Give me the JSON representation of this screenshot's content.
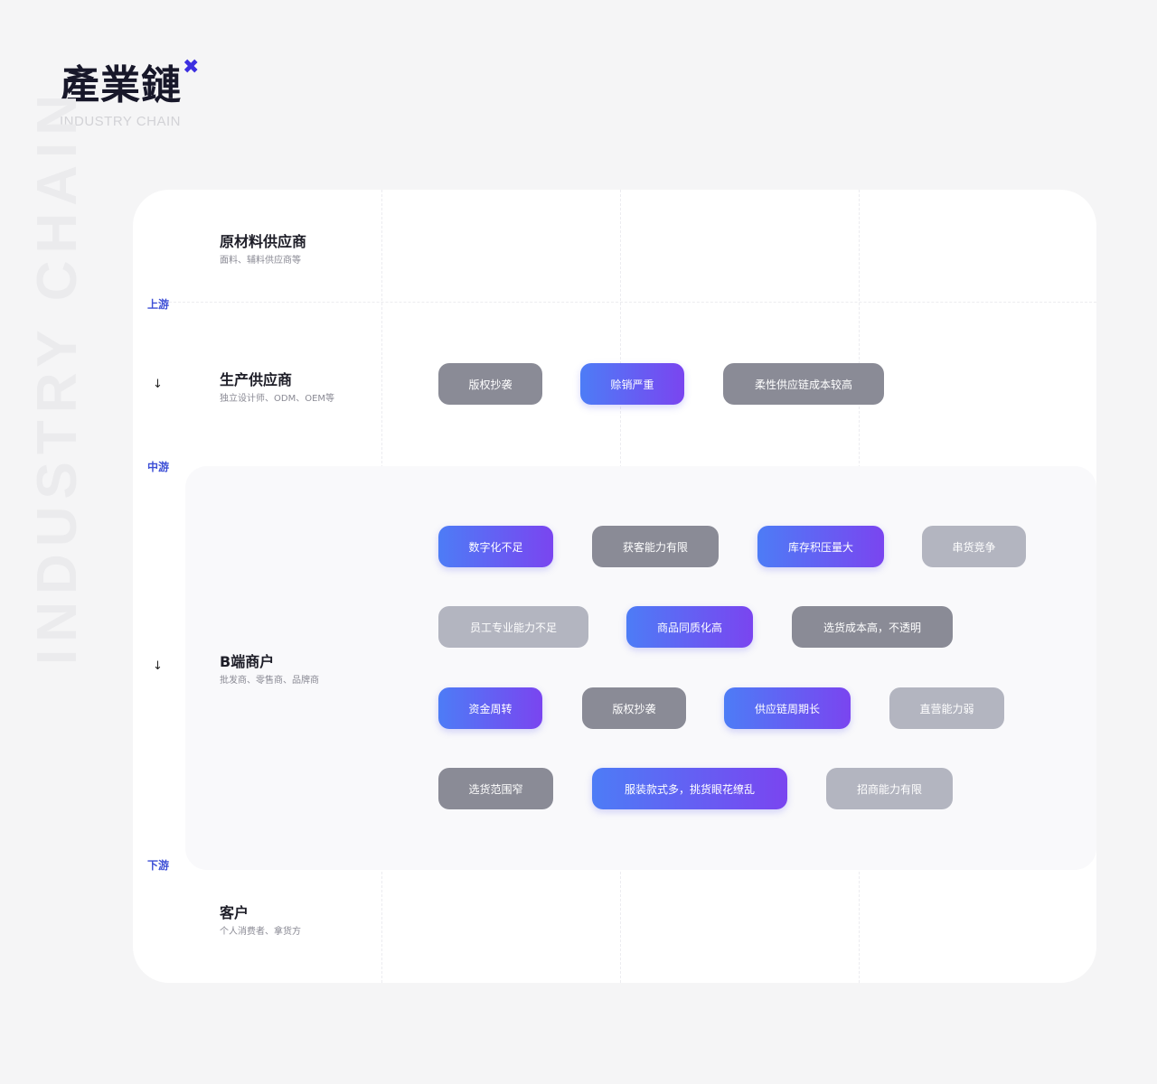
{
  "header": {
    "title": "產業鏈",
    "mark": "✖",
    "subtitle": "INDUSTRY CHAIN",
    "watermark": "INDUSTRY CHAIN"
  },
  "stages": {
    "upstream": "上游",
    "midstream": "中游",
    "downstream": "下游",
    "arrow": "↓"
  },
  "rows": {
    "raw": {
      "title": "原材料供应商",
      "subtitle": "面料、辅料供应商等"
    },
    "production": {
      "title": "生产供应商",
      "subtitle": "独立设计师、ODM、OEM等"
    },
    "b2b": {
      "title": "B端商户",
      "subtitle": "批发商、零售商、品牌商"
    },
    "customer": {
      "title": "客户",
      "subtitle": "个人消费者、拿货方"
    }
  },
  "production_tags": [
    {
      "label": "版权抄袭",
      "tone": "gray"
    },
    {
      "label": "赊销严重",
      "tone": "blue"
    },
    {
      "label": "柔性供应链成本较高",
      "tone": "gray"
    }
  ],
  "b2b_tags": [
    {
      "label": "数字化不足",
      "tone": "blue"
    },
    {
      "label": "获客能力有限",
      "tone": "gray"
    },
    {
      "label": "库存积压量大",
      "tone": "blue"
    },
    {
      "label": "串货竞争",
      "tone": "lightgray"
    },
    {
      "label": "员工专业能力不足",
      "tone": "lightgray"
    },
    {
      "label": "商品同质化高",
      "tone": "blue"
    },
    {
      "label": "选货成本高，不透明",
      "tone": "gray"
    },
    {
      "label": "资金周转",
      "tone": "blue"
    },
    {
      "label": "版权抄袭",
      "tone": "gray"
    },
    {
      "label": "供应链周期长",
      "tone": "blue"
    },
    {
      "label": "直营能力弱",
      "tone": "lightgray"
    },
    {
      "label": "选货范围窄",
      "tone": "gray"
    },
    {
      "label": "服装款式多，挑货眼花缭乱",
      "tone": "blue"
    },
    {
      "label": "招商能力有限",
      "tone": "lightgray"
    }
  ],
  "colors": {
    "accent_blue_start": "#4d7cf6",
    "accent_blue_end": "#7a45f0",
    "tag_gray": "#8a8b96",
    "tag_light_gray": "#b3b5c0",
    "stage_label": "#3d4fd6",
    "title_mark": "#3c2fe0"
  }
}
